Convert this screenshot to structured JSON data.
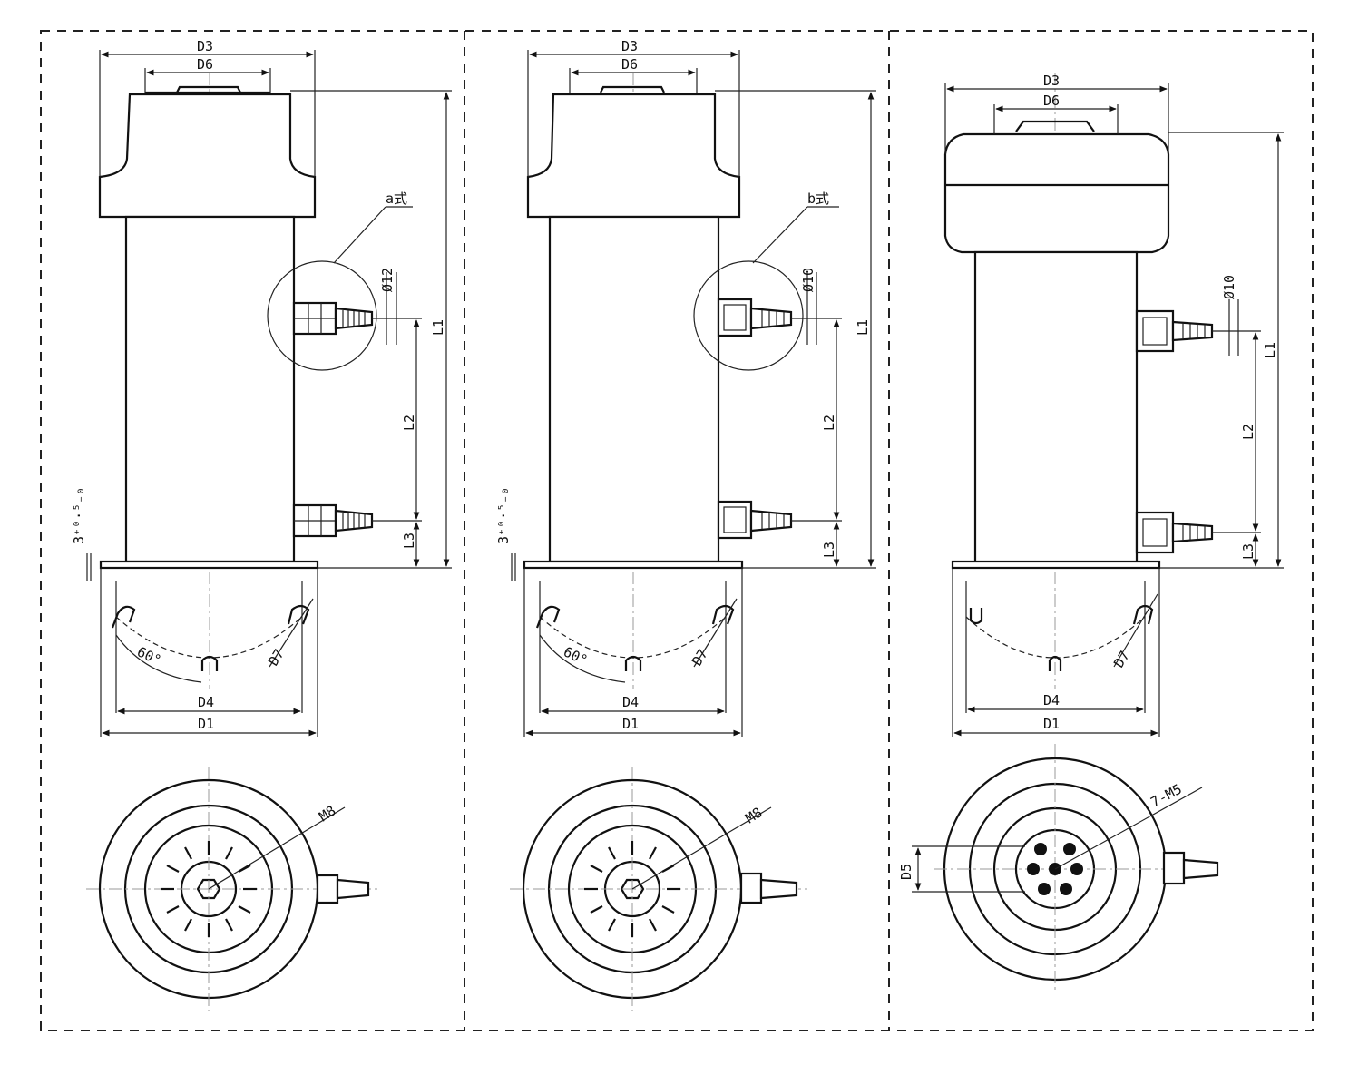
{
  "panels": [
    {
      "id": "a",
      "detail_label": "a式",
      "port_dia": "Ø12",
      "top_dia_label": "D3",
      "cap_dia_label": "D6",
      "length_total": "L1",
      "length_ports": "L2",
      "length_bottom": "L3",
      "tolerance": "3⁺⁰·⁵₋₀",
      "angle": "60°",
      "slot_label": "D7",
      "bolt_circle_label": "D4",
      "base_dia_label": "D1",
      "thread_label": "M8"
    },
    {
      "id": "b",
      "detail_label": "b式",
      "port_dia": "Ø10",
      "top_dia_label": "D3",
      "cap_dia_label": "D6",
      "length_total": "L1",
      "length_ports": "L2",
      "length_bottom": "L3",
      "tolerance": "3⁺⁰·⁵₋₀",
      "angle": "60°",
      "slot_label": "D7",
      "bolt_circle_label": "D4",
      "base_dia_label": "D1",
      "thread_label": "M8"
    },
    {
      "id": "c",
      "port_dia": "Ø10",
      "top_dia_label": "D3",
      "cap_dia_label": "D6",
      "length_total": "L1",
      "length_ports": "L2",
      "length_bottom": "L3",
      "slot_label": "D7",
      "bolt_circle_label": "D4",
      "base_dia_label": "D1",
      "thread_label": "7-M5",
      "hole_circle_label": "D5"
    }
  ]
}
